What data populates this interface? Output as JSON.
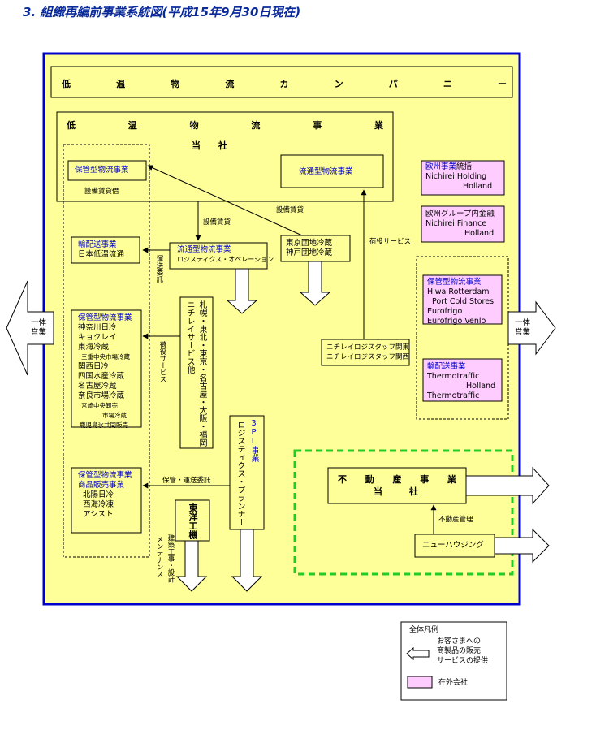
{
  "title": "3. 組織再編前事業系統図(平成15年9月30日現在)",
  "header_company": [
    "低",
    "温",
    "物",
    "流",
    "カ",
    "ン",
    "パ",
    "ニ",
    "ー"
  ],
  "header_business": [
    "低",
    "温",
    "物",
    "流",
    "事",
    "業"
  ],
  "tosha": "当　　社",
  "hokan_tosha": "保管型物流事業",
  "setsubi1": "設備賃貸借",
  "setsubi2": "設備賃貸",
  "setsubi3": "設備賃貸",
  "ryutsu_tosha": "流通型物流事業",
  "ohshu_toukatsu": {
    "line1": "欧州事業",
    "line1b": "統括",
    "line2": "Nichirei Holding",
    "line3": "Holland"
  },
  "ohshu_kinyu": {
    "line1": "欧州グループ内金融",
    "line2": "Nichirei Finance",
    "line3": "Holland"
  },
  "nihaiso": {
    "header": "輸配送事業",
    "name": "日本低温流通"
  },
  "unsou_itaku": "運送委託",
  "ryutsu_ops": {
    "header": "流通型物流事業",
    "name": "ロジスティクス・オペレーション"
  },
  "tokyo_kobe": {
    "line1": "東京団地冷蔵",
    "line2": "神戸団地冷蔵"
  },
  "niyaku_service": "荷役サービス",
  "niyaku_service_v": "荷役サービス",
  "ippai_left": "一体\n営業",
  "ippai_right": "一体\n営業",
  "hokan_list": {
    "header": "保管型物流事業",
    "items": [
      "神奈川日冷",
      "キョクレイ",
      "東海冷蔵"
    ],
    "small1": "三重中央市場冷蔵",
    "items2": [
      "関西日冷",
      "四国水産冷蔵",
      "名古屋冷蔵",
      "奈良市場冷蔵"
    ],
    "small2": "宮崎中央卸売",
    "small3": "市場冷蔵",
    "small4": "鹿児島氷共同販売"
  },
  "sapporo_v": "札幌・東北・東京・名古屋・大阪・福岡ニチレイサービス他",
  "staff": {
    "line1": "ニチレイロジスタッフ関東",
    "line2": "ニチレイロジスタッフ関西"
  },
  "euro_hokan": {
    "header": "保管型物流事業",
    "items": [
      "Hiwa Rotterdam",
      "Port Cold Stores",
      "Eurofrigo",
      "Eurofrigo Venlo"
    ]
  },
  "euro_yuhaiso": {
    "header": "輸配送事業",
    "items": [
      "Thermotraffic",
      "Holland",
      "Thermotraffic"
    ]
  },
  "threepl_header_v": "3PL事業",
  "threepl_v": "ロジスティクス・プランナー",
  "hokan_hanbai": {
    "header1": "保管型物流事業",
    "header2": "商品販売事業",
    "items": [
      "北陽日冷",
      "西海冷凍",
      "アシスト"
    ]
  },
  "hokan_unsou": "保管・運送委託",
  "toyo_v": "東洋工機",
  "kenchiku_v": "建築工事・設計",
  "maint_v": "メンテナンス",
  "fudosan": {
    "header": [
      "不",
      "動",
      "産",
      "事",
      "業"
    ],
    "tosha": "当　　　社"
  },
  "fudosan_kanri": "不動産管理",
  "new_housing": "ニューハウジング",
  "legend": {
    "title": "全体凡例",
    "arrow_text": [
      "お客さまへの",
      "商製品の販売",
      "サービスの提供"
    ],
    "pink_text": "在外会社"
  }
}
